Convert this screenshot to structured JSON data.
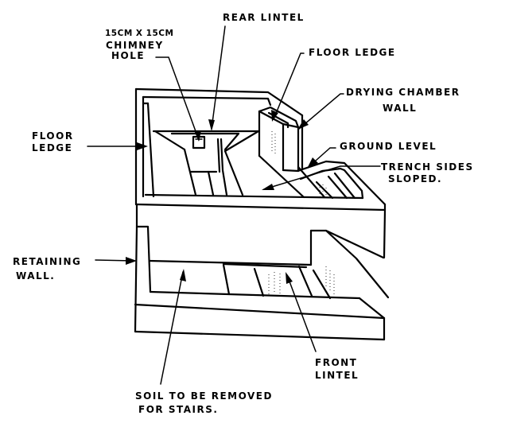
{
  "diagram": {
    "title": "",
    "subject": "Kiln / drying chamber construction sketch",
    "ink_color": "#000000",
    "background_color": "#ffffff",
    "labels": {
      "chimney_hole_line1": "15cm x 15cm",
      "chimney_hole_line2": "Chimney",
      "chimney_hole_line3": "Hole",
      "rear_lintel": "Rear Lintel",
      "floor_ledge_top": "Floor Ledge",
      "drying_chamber_wall_line1": "Drying Chamber",
      "drying_chamber_wall_line2": "Wall",
      "floor_ledge_left_line1": "Floor",
      "floor_ledge_left_line2": "Ledge",
      "ground_level": "Ground Level",
      "trench_sides_line1": "Trench Sides",
      "trench_sides_line2": "Sloped.",
      "retaining_wall_line1": "Retaining",
      "retaining_wall_line2": "Wall.",
      "front_lintel_line1": "Front",
      "front_lintel_line2": "Lintel",
      "soil_removed_line1": "Soil to be Removed",
      "soil_removed_line2": "for Stairs."
    }
  }
}
